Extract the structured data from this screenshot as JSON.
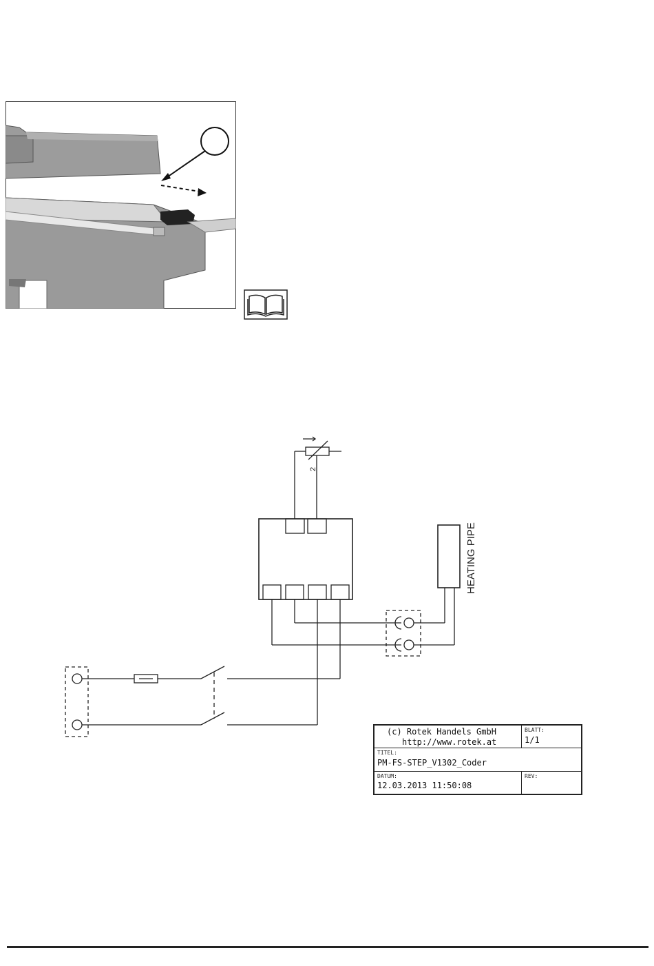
{
  "schematic": {
    "component_label": "HEATING PIPE",
    "wire_number": "2"
  },
  "title_block": {
    "company": "(c) Rotek Handels GmbH",
    "url": "http://www.rotek.at",
    "sheet_label": "BLATT:",
    "sheet_value": "1/1",
    "title_label": "TITEL:",
    "title_value": "PM-FS-STEP_V1302_Coder",
    "date_label": "DATUM:",
    "date_value": "12.03.2013 11:50:08",
    "rev_label": "REV:",
    "rev_value": ""
  },
  "colors": {
    "line": "#222222",
    "photo_gray": "#9a9a9a",
    "photo_bg": "#ffffff"
  }
}
